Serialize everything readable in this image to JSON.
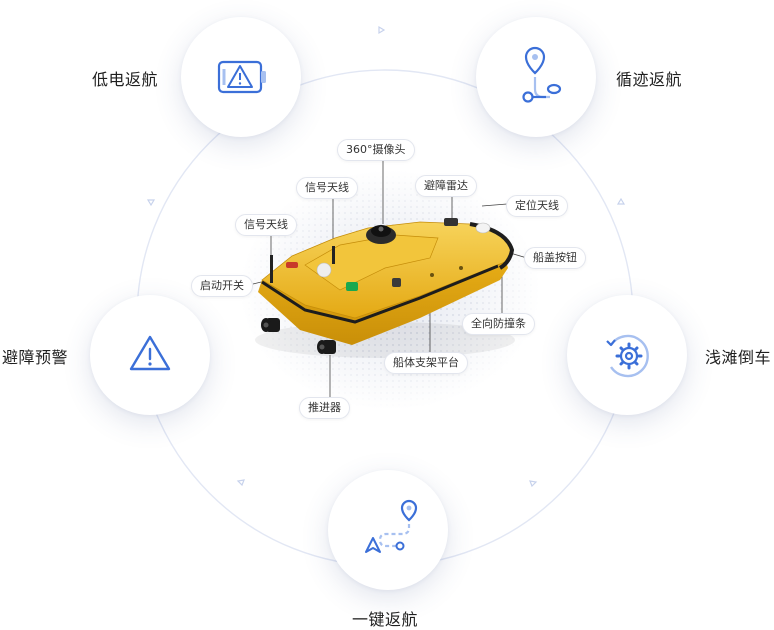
{
  "features": {
    "low_battery_return": "低电返航",
    "track_return": "循迹返航",
    "obstacle_warning": "避障预警",
    "shoal_reverse": "浅滩倒车",
    "one_key_return": "一键返航"
  },
  "parts": {
    "camera_360": "360°摄像头",
    "signal_antenna_1": "信号天线",
    "signal_antenna_2": "信号天线",
    "obstacle_radar": "避障雷达",
    "positioning_antenna": "定位天线",
    "hatch_button": "船盖按钮",
    "power_switch": "启动开关",
    "collision_strip": "全向防撞条",
    "hull_platform": "船体支架平台",
    "thruster": "推进器"
  },
  "icons": {
    "low_battery_return": "battery-warning-icon",
    "track_return": "route-pin-icon",
    "obstacle_warning": "warning-triangle-icon",
    "shoal_reverse": "gear-reverse-icon",
    "one_key_return": "navigation-path-icon"
  },
  "colors": {
    "accent": "#3b6fd8",
    "icon_light": "#a7c0f0",
    "hull_yellow": "#e9b21a",
    "ring": "#dfe5f3"
  }
}
